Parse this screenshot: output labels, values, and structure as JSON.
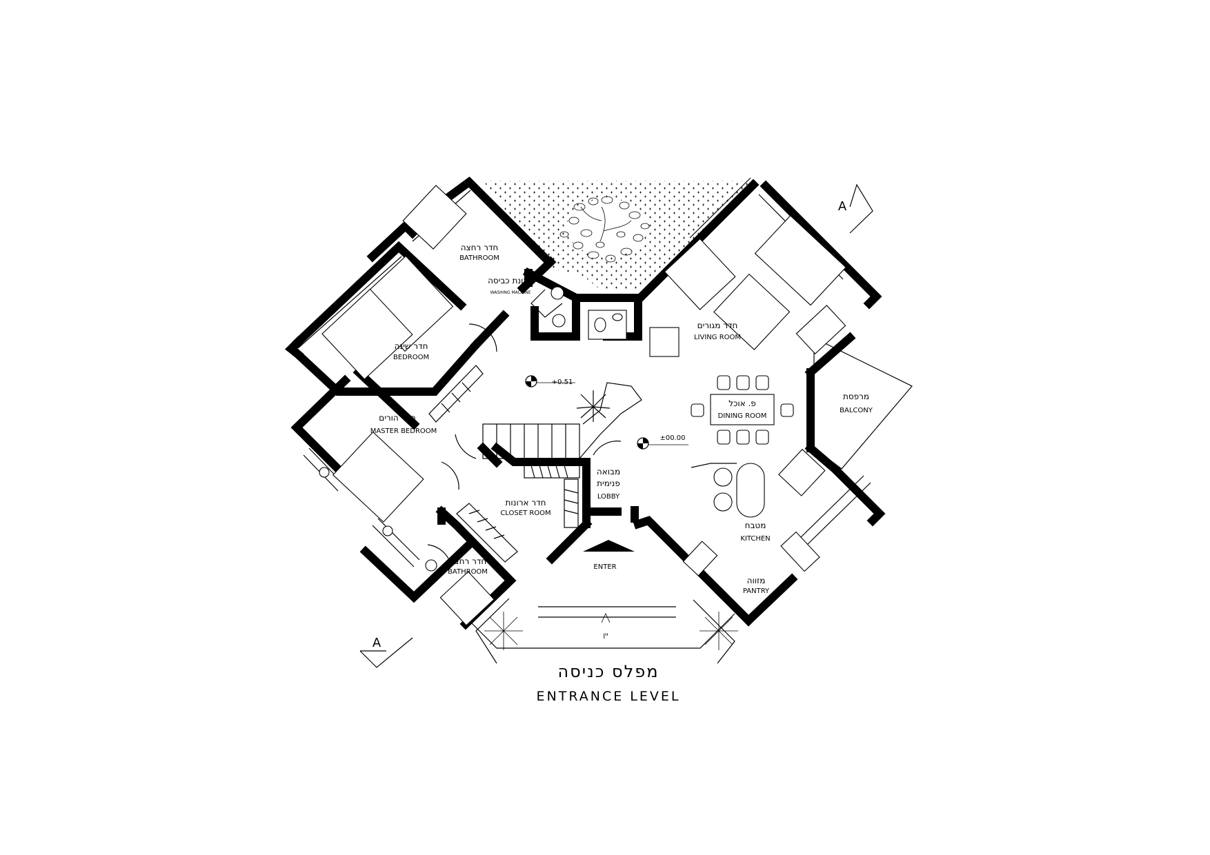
{
  "title": {
    "hebrew": "מפלס כניסה",
    "english": "ENTRANCE LEVEL"
  },
  "section_markers": [
    {
      "letter": "A"
    },
    {
      "letter": "A"
    }
  ],
  "levels": [
    {
      "value": "+0.51"
    },
    {
      "value": "±00.00"
    }
  ],
  "entrance": {
    "label": "ENTER",
    "gate_mark": "יין"
  },
  "rooms": {
    "bathroom_top": {
      "he": "חדר רחצה",
      "en": "BATHROOM"
    },
    "washing": {
      "he": "מכונת כביסה",
      "en": "WASHING MACHINE"
    },
    "bedroom": {
      "he": "חדר שינה",
      "en": "BEDROOM"
    },
    "master_bedroom": {
      "he": "חדר הורים",
      "en": "MASTER BEDROOM"
    },
    "closet_room": {
      "he": "חדר ארונות",
      "en": "CLOSET ROOM"
    },
    "bathroom_bottom": {
      "he": "חדר רחצה",
      "en": "BATHROOM"
    },
    "lobby": {
      "he1": "מבואה",
      "he2": "פנימית",
      "en": "LOBBY"
    },
    "living_room": {
      "he": "חדר מגורים",
      "en": "LIVING ROOM"
    },
    "dining_room": {
      "he": "פ. אוכל",
      "en": "DINING ROOM"
    },
    "balcony": {
      "he": "מרפסת",
      "en": "BALCONY"
    },
    "kitchen": {
      "he": "מטבח",
      "en": "KITCHEN"
    },
    "pantry": {
      "he": "מזווה",
      "en": "PANTRY"
    }
  }
}
